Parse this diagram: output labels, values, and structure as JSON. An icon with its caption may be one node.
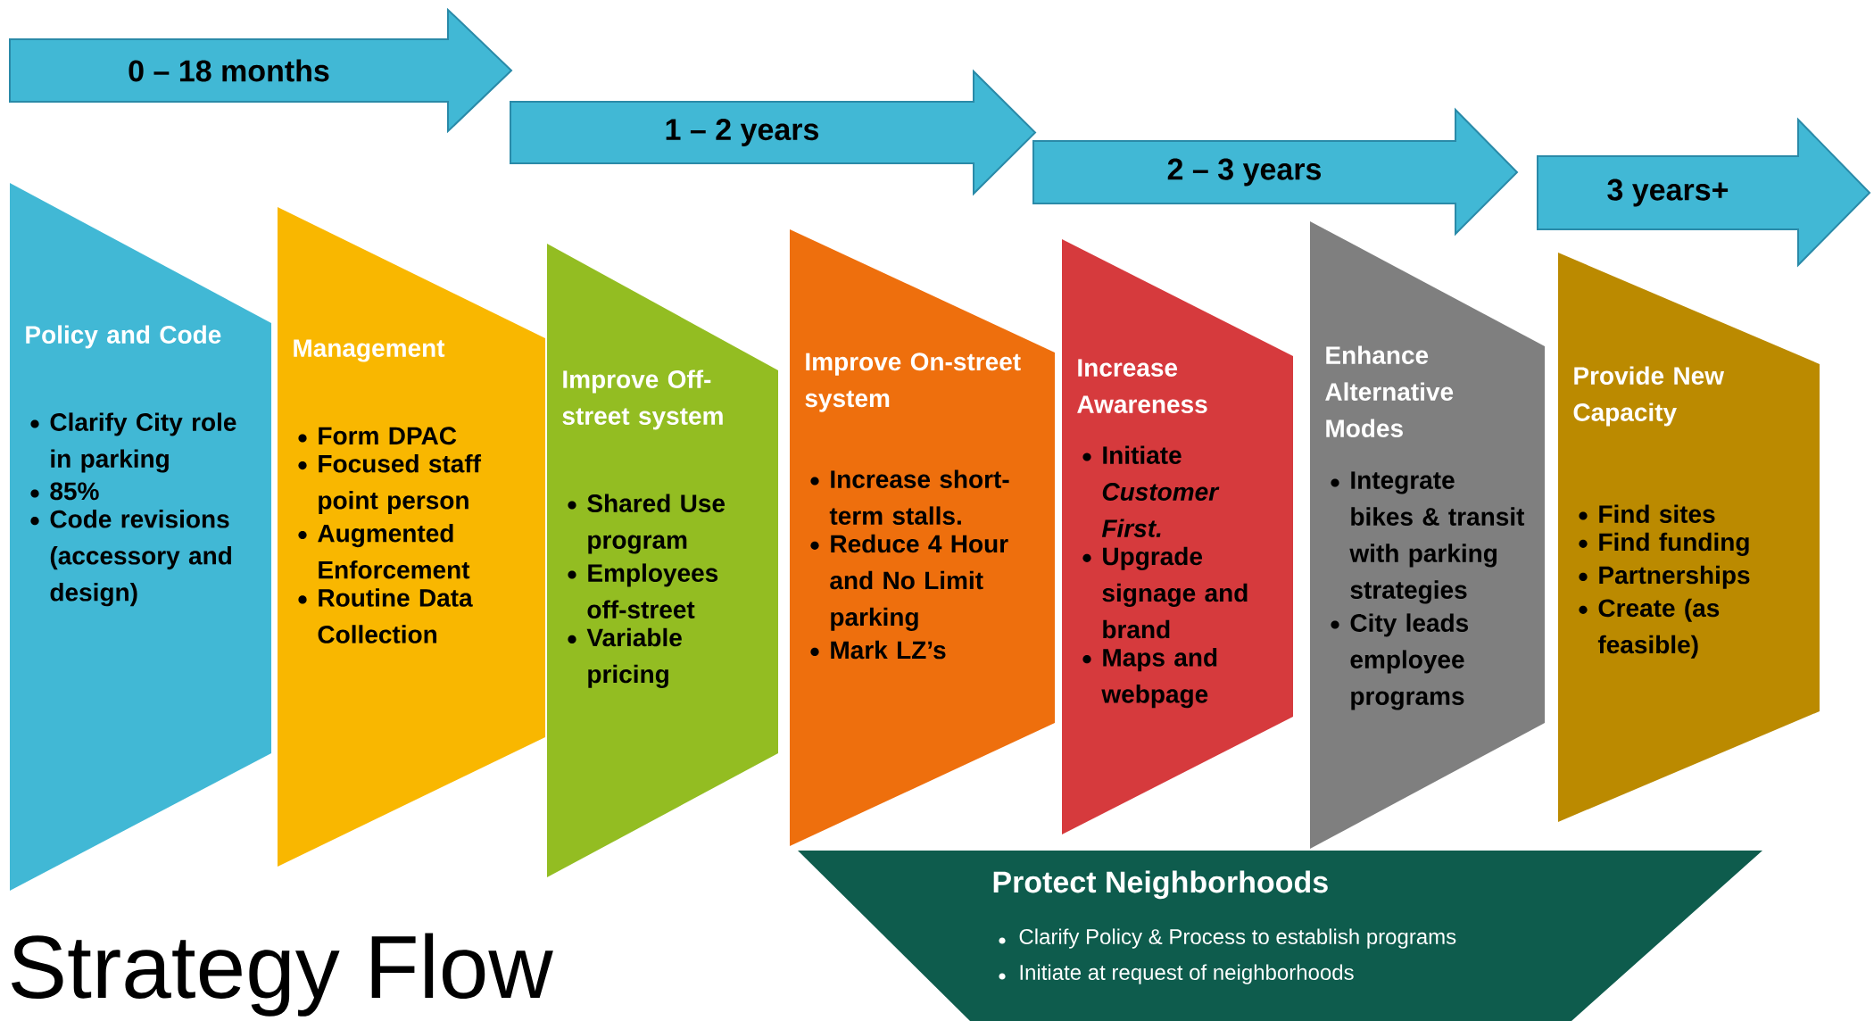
{
  "diagram": {
    "title": "Strategy Flow",
    "nodes": [
      {
        "text": [
          "0 – 18 months"
        ]
      },
      {
        "text": [
          "1 – 2 years"
        ]
      },
      {
        "text": [
          "2 – 3 years"
        ]
      },
      {
        "text": [
          "3 years+"
        ]
      },
      {
        "text": [
          "Policy and Code",
          "Clarify City role in parking",
          "85%",
          "Code revisions (accessory and design)"
        ]
      },
      {
        "text": [
          "Management",
          "Form DPAC",
          "Focused staff point person",
          "Augmented Enforcement",
          "Routine Data Collection"
        ]
      },
      {
        "text": [
          "Improve Off-street system",
          "Shared Use program",
          "Employees off-street",
          "Variable pricing"
        ]
      },
      {
        "text": [
          "Improve On-street system",
          "Increase short-term stalls.",
          "Reduce 4 Hour and No Limit parking",
          "Mark LZ’s"
        ]
      },
      {
        "text": [
          "Increase Awareness",
          "Initiate *Customer First.*",
          "Upgrade signage and brand",
          "Maps and webpage"
        ]
      },
      {
        "text": [
          "Enhance Alternative Modes",
          "Integrate bikes & transit with parking strategies",
          "City leads employee programs"
        ]
      },
      {
        "text": [
          "Provide New Capacity",
          "Find sites",
          "Find funding",
          "Partnerships",
          "Create (as feasible)"
        ]
      },
      {
        "text": [
          "Protect Neighborhoods",
          "Clarify Policy & Process to establish programs",
          "Initiate at request of neighborhoods"
        ]
      }
    ]
  }
}
